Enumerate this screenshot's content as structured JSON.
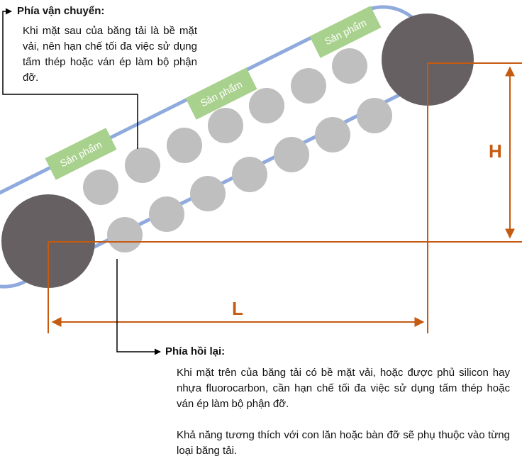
{
  "colors": {
    "belt": "#8FAADC",
    "pulley": "#666062",
    "roller": "#BFBFBF",
    "product": "#A9D18E",
    "dimension": "#C55A11",
    "callout": "#000000"
  },
  "product_label": "Sản phẩm",
  "dimensions": {
    "height_label": "H",
    "length_label": "L"
  },
  "carrying_side": {
    "title": "Phía vận chuyển:",
    "body": "Khi mặt sau của băng tải là bề mặt vải, nên hạn chế tối đa việc sử dụng tấm thép hoặc ván ép làm bộ phận đỡ."
  },
  "return_side": {
    "title": "Phía hồi lại:",
    "body_1": "Khi mặt trên của băng tải có bề mặt vải, hoặc được phủ silicon hay nhựa fluorocarbon, cần hạn chế tối đa việc sử dụng tấm thép hoặc ván ép làm bộ phận đỡ.",
    "body_2": "Khả năng tương thích với con lăn hoặc bàn đỡ sẽ phụ thuộc vào từng loại băng tải."
  }
}
